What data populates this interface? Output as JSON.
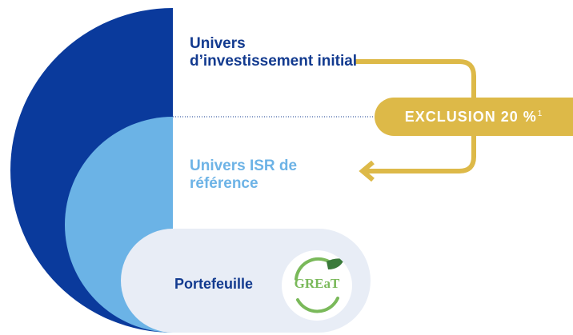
{
  "labels": {
    "initial_universe": "Univers d’investissement initial",
    "isr_universe": "Univers ISR de référence",
    "portfolio": "Portefeuille"
  },
  "exclusion_badge": {
    "text": "EXCLUSION 20 %",
    "note": "1"
  },
  "logo": {
    "text": "GREaT"
  },
  "colors": {
    "dark_blue": "#0a3a9c",
    "light_blue": "#6bb3e6",
    "pale_blue": "#e8edf6",
    "gold": "#ddb948",
    "green": "#7ab95a"
  }
}
